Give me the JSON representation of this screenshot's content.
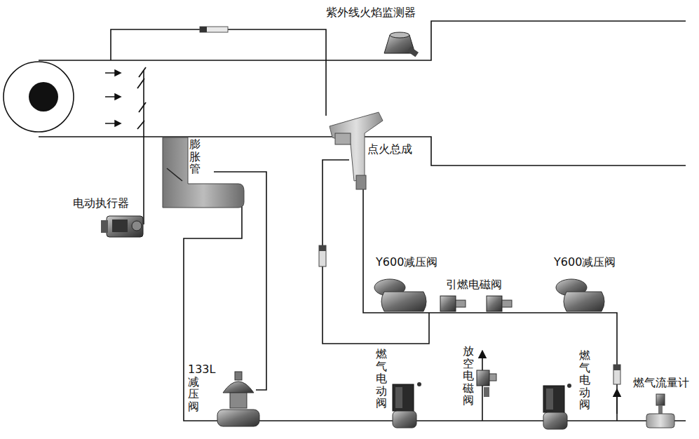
{
  "diagram": {
    "labels": [
      "紫外线火焰监测器",
      "膨胀管",
      "点火总成",
      "电动执行器",
      "Y600减压阀",
      "Y600减压阀",
      "引燃电磁阀",
      "133L 减压阀",
      "燃气电动阀",
      "放空电磁阀",
      "燃气电动阀",
      "燃气流量计"
    ]
  }
}
